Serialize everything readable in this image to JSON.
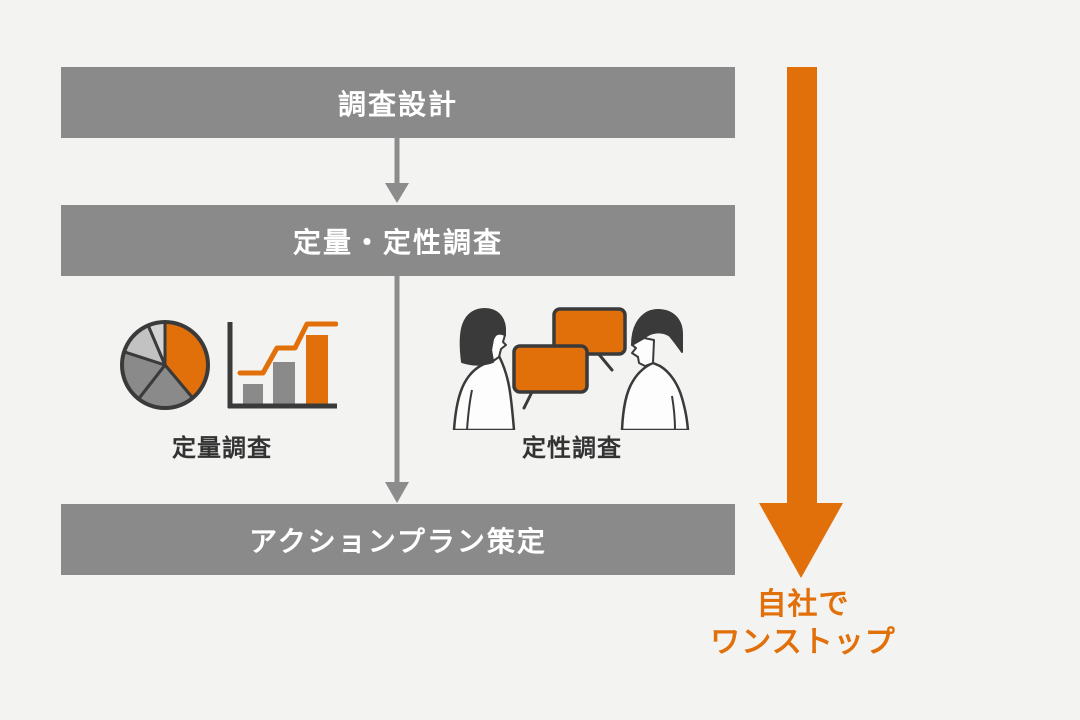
{
  "diagram": {
    "steps": [
      {
        "label": "調査設計"
      },
      {
        "label": "定量・定性調査"
      },
      {
        "label": "アクションプラン策定"
      }
    ],
    "methods": [
      {
        "label": "定量調査",
        "icons": [
          "pie-chart-icon",
          "bar-graph-icon"
        ]
      },
      {
        "label": "定性調査",
        "icons": [
          "woman-icon",
          "man-icon",
          "speech-bubbles-icon"
        ]
      }
    ],
    "side_note": {
      "line1": "自社で",
      "line2": "ワンストップ"
    },
    "icons": {
      "connector": "down-arrow-icon",
      "side": "big-down-arrow-icon"
    },
    "colors": {
      "background": "#F3F3F1",
      "step_bar_gray": "#8A8A8A",
      "accent_orange": "#E2700A",
      "outline_dark": "#3A3A3A",
      "pie_light_gray": "#C2C2C2",
      "pie_lighter_gray": "#D3D3D3",
      "step_text": "#FFFFFF",
      "label_text": "#333333"
    }
  }
}
